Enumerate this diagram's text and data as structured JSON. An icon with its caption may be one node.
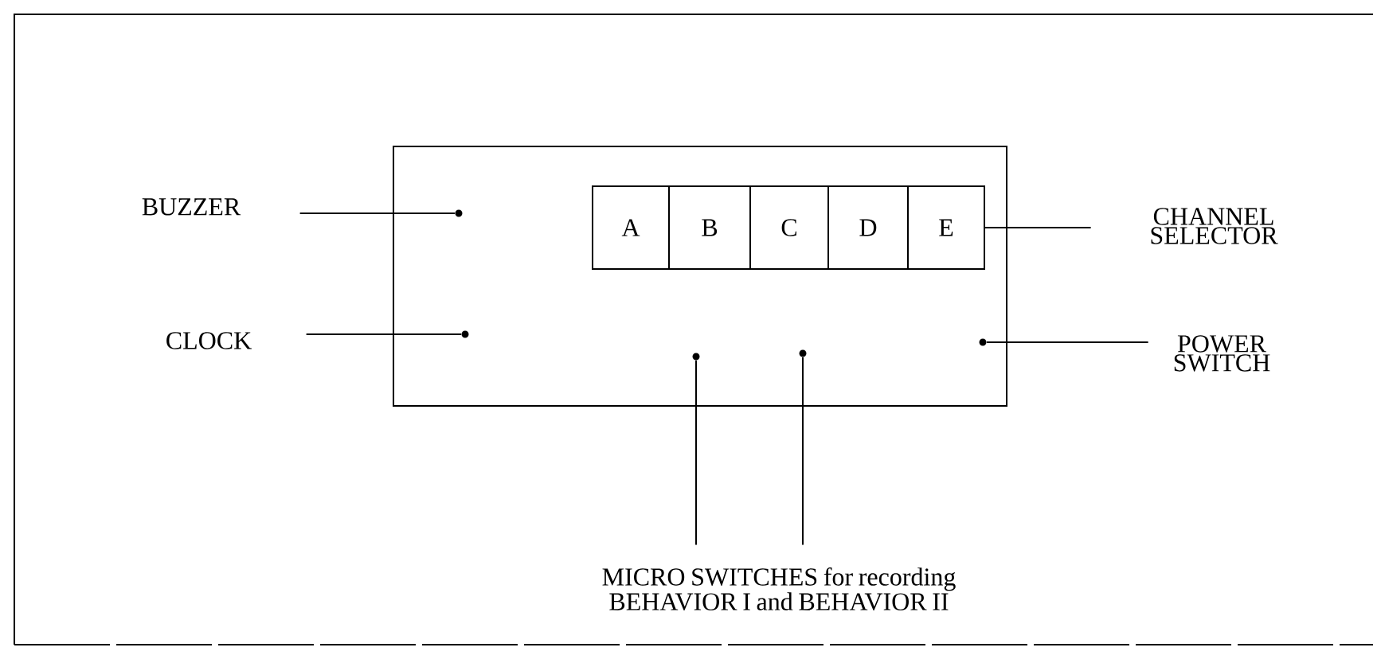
{
  "diagram": {
    "nodes": [
      {
        "text": [],
        "shape": "box"
      },
      {
        "text": [
          "A"
        ],
        "in": 0
      },
      {
        "text": [
          "B"
        ],
        "in": 0
      },
      {
        "text": [
          "C"
        ],
        "in": 0
      },
      {
        "text": [
          "D"
        ],
        "in": 0
      },
      {
        "text": [
          "E"
        ],
        "in": 0
      },
      {
        "text": [],
        "shape": "circle",
        "in": 0
      },
      {
        "text": [],
        "shape": "circle",
        "in": 0
      },
      {
        "text": [],
        "shape": "circle",
        "in": 0
      },
      {
        "text": [],
        "shape": "circle",
        "in": 0
      },
      {
        "text": [],
        "shape": "circle",
        "in": 0
      },
      {
        "text": [
          "BUZZER"
        ]
      },
      {
        "text": [
          "CLOCK"
        ]
      },
      {
        "text": [
          "CHANNEL SELECTOR"
        ]
      },
      {
        "text": [
          "POWER SWITCH"
        ]
      },
      {
        "text": [
          "MICRO SWITCHES for recording BEHAVIOR I and BEHAVIOR II"
        ]
      }
    ],
    "edges": [
      {
        "from": 11,
        "to": 6,
        "arrow": "none"
      },
      {
        "from": 12,
        "to": 7,
        "arrow": "none"
      },
      {
        "from": 13,
        "to": 5,
        "arrow": "none"
      },
      {
        "from": 14,
        "to": 10,
        "arrow": "none"
      },
      {
        "from": 15,
        "to": 8,
        "arrow": "none"
      },
      {
        "from": 15,
        "to": 9,
        "arrow": "none"
      }
    ]
  }
}
